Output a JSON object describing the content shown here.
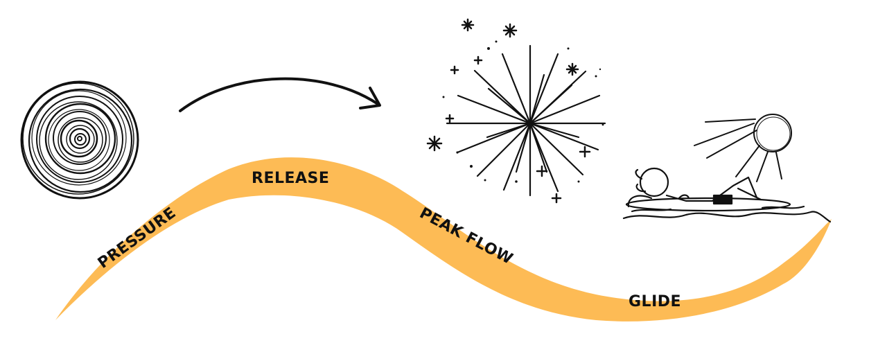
{
  "colors": {
    "band": "#fdbb55",
    "ink": "#111111"
  },
  "stages": {
    "pressure": "PRESSURE",
    "release": "RELEASE",
    "peak_flow": "PEAK FLOW",
    "glide": "GLIDE"
  },
  "illustrations": {
    "spiral": "spiral-icon",
    "arrow": "curved-arrow-icon",
    "fireworks": "fireworks-icon",
    "relaxing": "relaxing-person-icon",
    "sun": "sun-icon"
  }
}
